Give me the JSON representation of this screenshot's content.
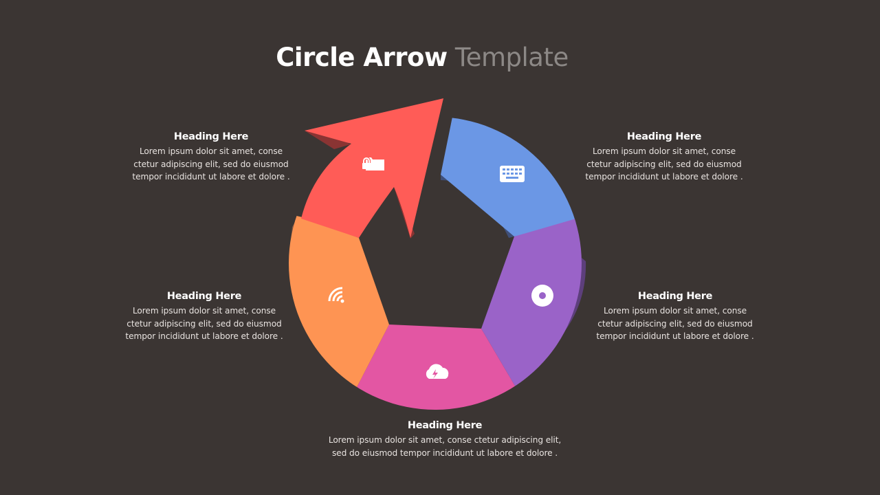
{
  "title": {
    "bold": "Circle Arrow",
    "light": "Template"
  },
  "colors": {
    "background": "#3b3533",
    "segment_red": "#ff5c57",
    "segment_blue": "#6b97e5",
    "segment_purple": "#9a63c8",
    "segment_pink": "#e356a3",
    "segment_orange": "#fe9453"
  },
  "segments": [
    {
      "icon": "folder-lock-icon",
      "color": "#ff5c57"
    },
    {
      "icon": "keyboard-icon",
      "color": "#6b97e5"
    },
    {
      "icon": "disc-icon",
      "color": "#9a63c8"
    },
    {
      "icon": "cloud-lightning-icon",
      "color": "#e356a3"
    },
    {
      "icon": "wifi-icon",
      "color": "#fe9453"
    }
  ],
  "blocks": {
    "top_left": {
      "heading": "Heading Here",
      "body": "Lorem ipsum dolor sit amet, conse\nctetur adipiscing elit, sed do eiusmod\ntempor incididunt ut labore et dolore ."
    },
    "top_right": {
      "heading": "Heading Here",
      "body": "Lorem ipsum dolor sit amet, conse\nctetur adipiscing elit, sed do eiusmod\ntempor incididunt ut labore et dolore ."
    },
    "mid_left": {
      "heading": "Heading Here",
      "body": "Lorem ipsum dolor sit amet, conse\nctetur adipiscing elit, sed do eiusmod\ntempor incididunt ut labore et dolore ."
    },
    "mid_right": {
      "heading": "Heading Here",
      "body": "Lorem ipsum dolor sit amet, conse\nctetur adipiscing elit, sed do eiusmod\ntempor incididunt ut labore et dolore ."
    },
    "bottom": {
      "heading": "Heading Here",
      "body": "Lorem ipsum dolor sit amet, conse ctetur adipiscing elit,\nsed do eiusmod tempor incididunt ut labore et dolore ."
    }
  }
}
